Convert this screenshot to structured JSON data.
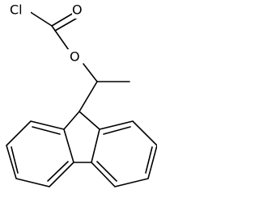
{
  "molecule": {
    "atoms": {
      "chlorine": "Cl",
      "carbonyl_oxygen": "O",
      "ester_oxygen": "O"
    }
  }
}
